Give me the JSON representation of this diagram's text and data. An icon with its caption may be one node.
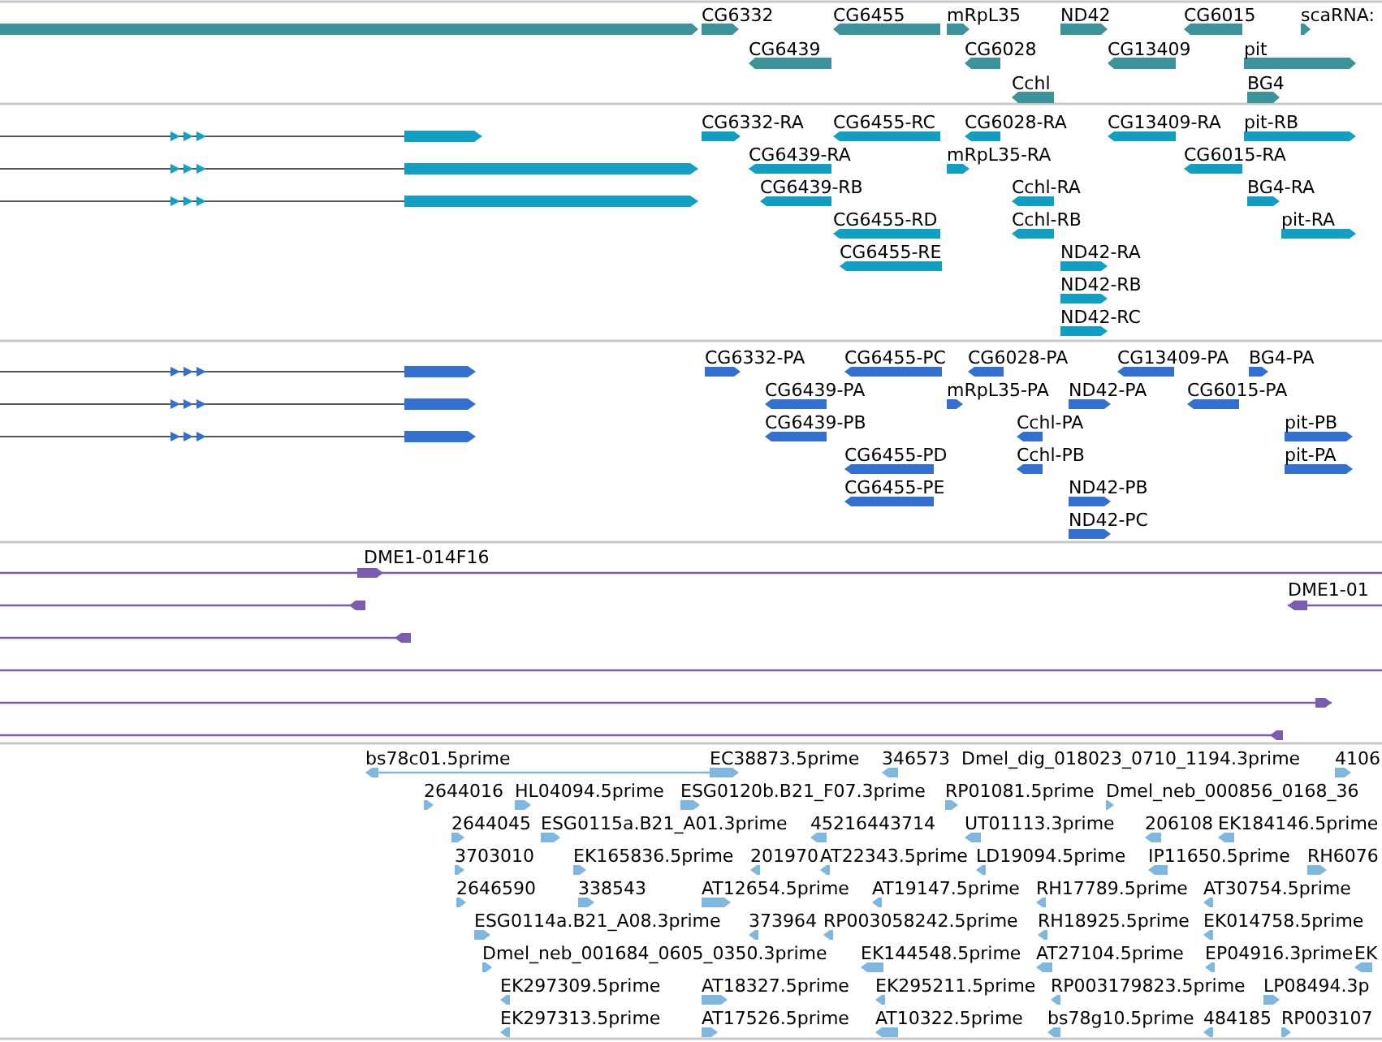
{
  "diagram": {
    "labels": [
      "CG6332",
      "CG6455",
      "mRpL35",
      "ND42",
      "CG6015",
      "scaRNA:",
      "CG6439",
      "CG6028",
      "CG13409",
      "pit",
      "Cchl",
      "BG4",
      "CG6332-RA",
      "CG6455-RC",
      "CG6028-RA",
      "CG13409-RA",
      "pit-RB",
      "CG6439-RA",
      "mRpL35-RA",
      "CG6015-RA",
      "CG6439-RB",
      "Cchl-RA",
      "BG4-RA",
      "CG6455-RD",
      "Cchl-RB",
      "pit-RA",
      "CG6455-RE",
      "ND42-RA",
      "ND42-RB",
      "ND42-RC",
      "CG6332-PA",
      "CG6455-PC",
      "CG6028-PA",
      "CG13409-PA",
      "BG4-PA",
      "CG6439-PA",
      "mRpL35-PA",
      "ND42-PA",
      "CG6015-PA",
      "CG6439-PB",
      "Cchl-PA",
      "pit-PB",
      "CG6455-PD",
      "Cchl-PB",
      "pit-PA",
      "CG6455-PE",
      "ND42-PB",
      "ND42-PC",
      "DME1-014F16",
      "DME1-01",
      "bs78c01.5prime",
      "EC38873.5prime",
      "346573",
      "Dmel_dig_018023_0710_1194.3prime",
      "4106",
      "2644016",
      "HL04094.5prime",
      "ESG0120b.B21_F07.3prime",
      "RP01081.5prime",
      "Dmel_neb_000856_0168_36",
      "2644045",
      "ESG0115a.B21_A01.3prime",
      "45216443714",
      "UT01113.3prime",
      "206108",
      "EK184146.5prime",
      "3703010",
      "EK165836.5prime",
      "201970",
      "AT22343.5prime",
      "LD19094.5prime",
      "IP11650.5prime",
      "RH6076",
      "2646590",
      "338543",
      "AT12654.5prime",
      "AT19147.5prime",
      "RH17789.5prime",
      "AT30754.5prime",
      "ESG0114a.B21_A08.3prime",
      "373964",
      "RP003058242.5prime",
      "RH18925.5prime",
      "EK014758.5prime",
      "Dmel_neb_001684_0605_0350.3prime",
      "EK144548.5prime",
      "AT27104.5prime",
      "EP04916.3prime",
      "EK",
      "EK297309.5prime",
      "AT18327.5prime",
      "EK295211.5prime",
      "RP003179823.5prime",
      "LP08494.3p",
      "EK297313.5prime",
      "AT17526.5prime",
      "AT10322.5prime",
      "bs78g10.5prime",
      "484185",
      "RP003107"
    ]
  }
}
